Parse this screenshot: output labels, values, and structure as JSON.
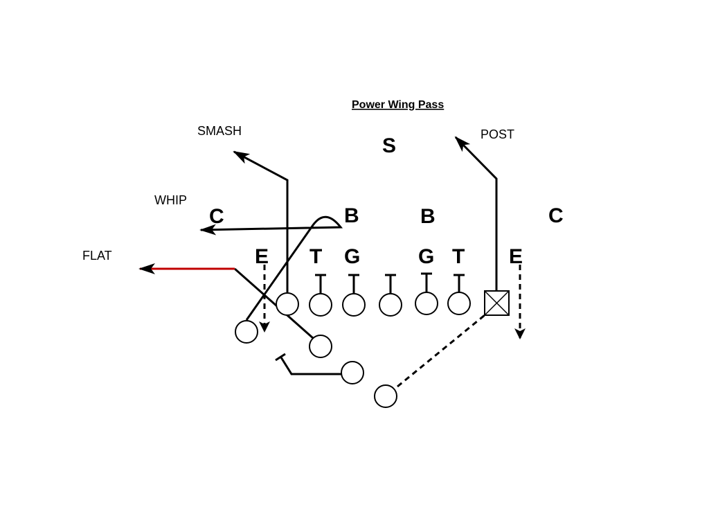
{
  "diagram": {
    "title": "Power Wing Pass",
    "route_labels": {
      "smash": "SMASH",
      "whip": "WHIP",
      "flat": "FLAT",
      "post": "POST"
    },
    "defense": {
      "safety": "S",
      "left_corner": "C",
      "left_backer": "B",
      "right_backer": "B",
      "right_corner": "C",
      "left_end": "E",
      "left_tackle": "T",
      "left_guard": "G",
      "right_guard": "G",
      "right_tackle": "T",
      "right_end": "E"
    },
    "colors": {
      "line": "#000000",
      "highlight_route": "#c00000"
    }
  }
}
